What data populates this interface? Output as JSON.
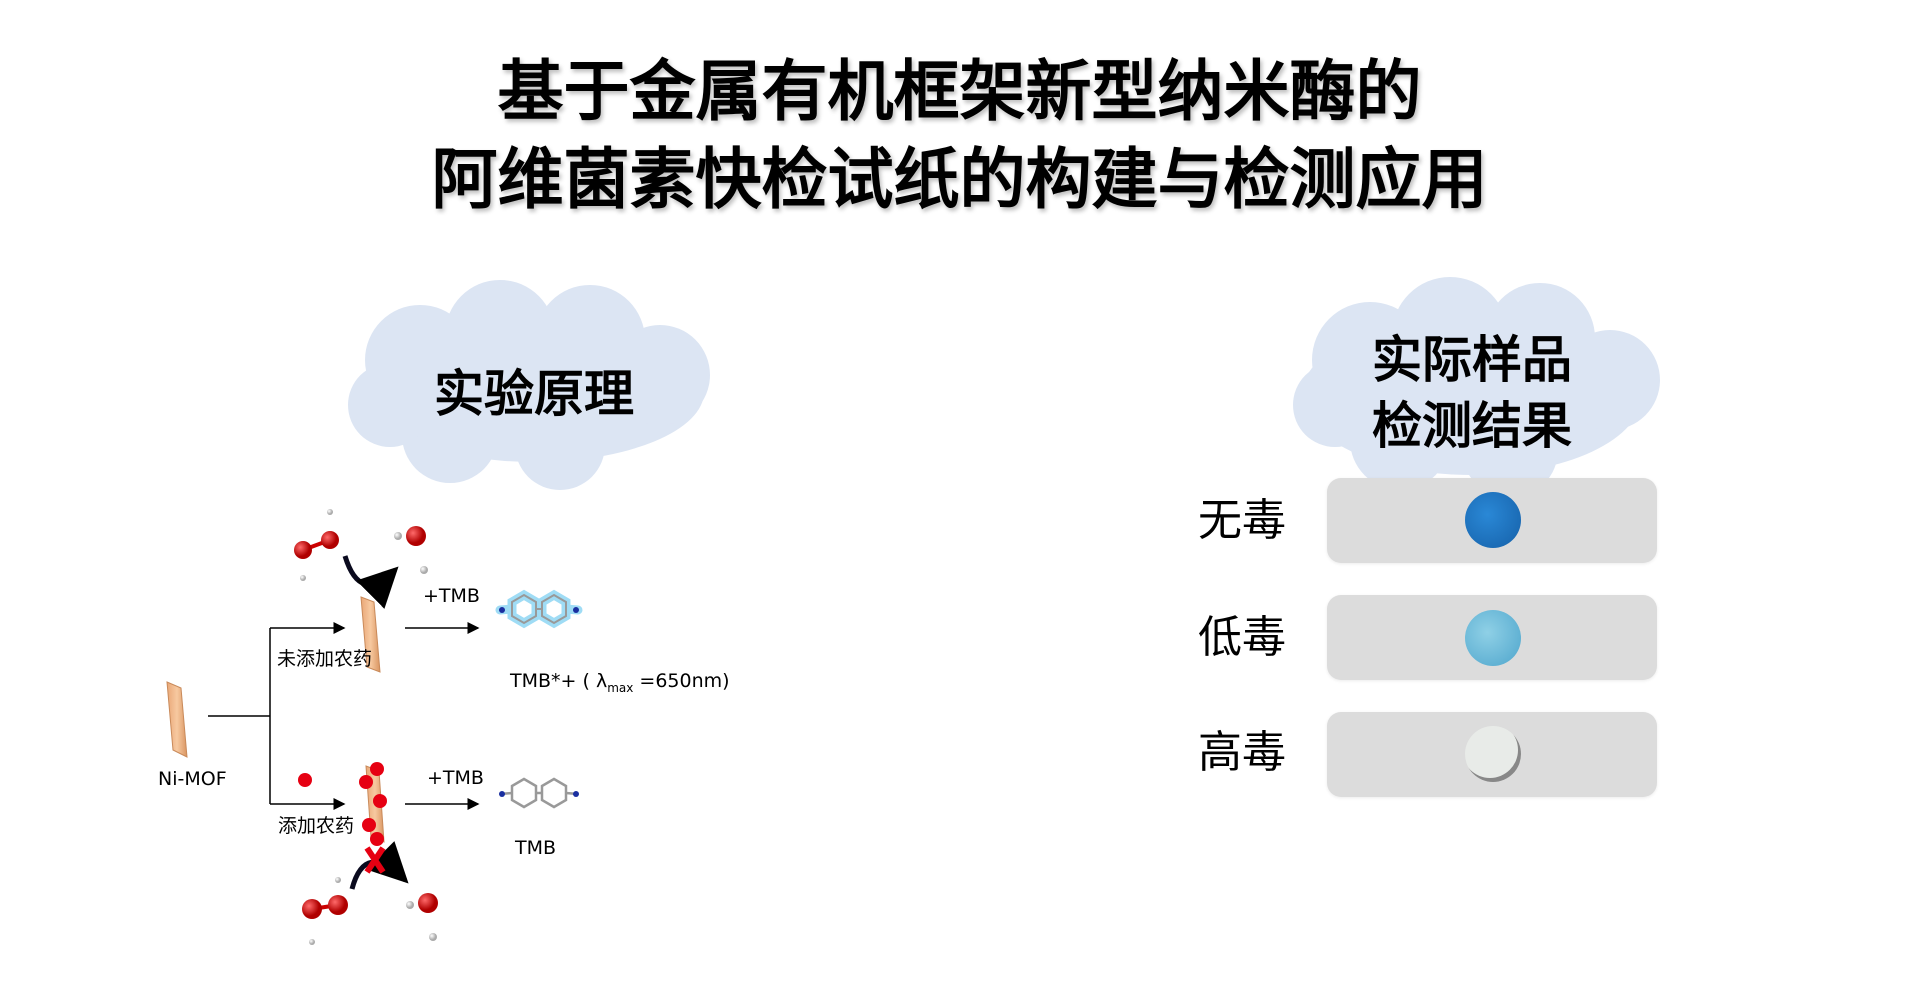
{
  "title": {
    "line1": "基于金属有机框架新型纳米酶的",
    "line2": "阿维菌素快检试纸的构建与检测应用"
  },
  "principle": {
    "heading": "实验原理",
    "material": "Ni-MOF",
    "branch_no_pesticide": "未添加农药",
    "branch_pesticide": "添加农药",
    "reagent_top": "+TMB",
    "reagent_bottom": "+TMB",
    "product_top": "TMB*+ ( λ",
    "product_top_sub": "max",
    "product_top_tail": " =650nm)",
    "product_bottom": "TMB"
  },
  "results": {
    "heading_line1": "实际样品",
    "heading_line2": "检测结果",
    "strips": [
      {
        "label": "无毒",
        "color": "#1f78c8"
      },
      {
        "label": "低毒",
        "color": "#6cb8d8"
      },
      {
        "label": "高毒",
        "color": "#e6e9e6"
      }
    ]
  }
}
